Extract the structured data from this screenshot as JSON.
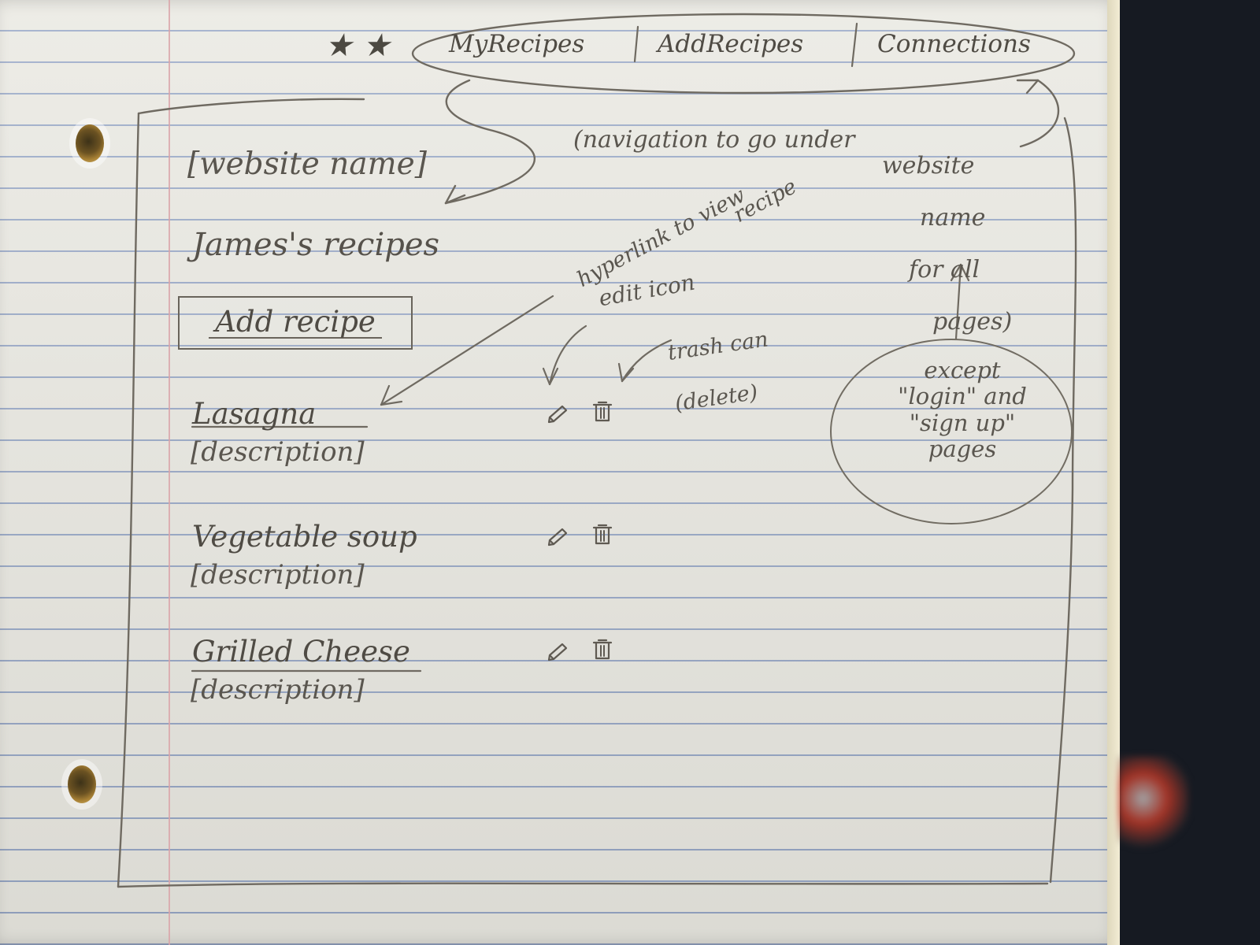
{
  "header": {
    "stars": [
      "★",
      "★"
    ],
    "nav_items": [
      "MyRecipes",
      "AddRecipes",
      "Connections"
    ]
  },
  "site": {
    "name": "[website name]"
  },
  "page": {
    "title": "James's recipes",
    "add_button": "Add recipe"
  },
  "recipes": [
    {
      "title": "Lasagna",
      "description": "[description]"
    },
    {
      "title": "Vegetable soup",
      "description": "[description]"
    },
    {
      "title": "Grilled Cheese",
      "description": "[description]"
    }
  ],
  "annotations": {
    "navigation": {
      "line1": "(navigation to go under",
      "line2": "website",
      "line3": "name",
      "line4": "for all",
      "line5": "pages)"
    },
    "hyperlink": {
      "line1": "hyperlink to view",
      "line2": "recipe"
    },
    "edit_icon": "edit icon",
    "trash_can": {
      "line1": "trash can",
      "line2": "(delete)"
    },
    "except": "except\n\"login\" and\n\"sign up\"\npages"
  },
  "icons": {
    "edit": "pencil-icon",
    "delete": "trash-icon"
  },
  "colors": {
    "paper": "#e9e8e1",
    "ruled_line": "#96a6c5",
    "ink": "#4f4b44",
    "margin_line": "#d9a3a8"
  }
}
